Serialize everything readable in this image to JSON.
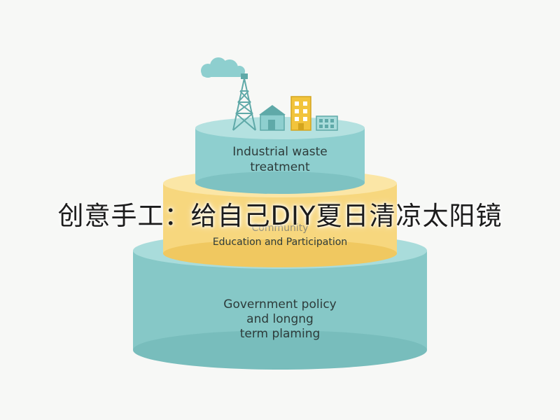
{
  "diagram": {
    "tiers": [
      {
        "lines": [
          "Industrial waste",
          "treatment"
        ]
      },
      {
        "lines": [
          "Community",
          "Education and Participation"
        ]
      },
      {
        "lines": [
          "Government policy",
          "and longng",
          "term plaming"
        ]
      }
    ],
    "overlay_title": "创意手工：给自己DIY夏日清凉太阳镜",
    "icons": [
      "cloud-icon",
      "transmission-tower-icon",
      "house-icon",
      "apartment-building-icon",
      "shop-icon"
    ]
  },
  "colors": {
    "teal": "#8ecfcf",
    "teal_dark": "#6cb6b6",
    "yellow": "#f7d77e",
    "yellow_dark": "#efc24f",
    "building_yellow": "#f2c43c",
    "text": "#2d3b3a"
  }
}
